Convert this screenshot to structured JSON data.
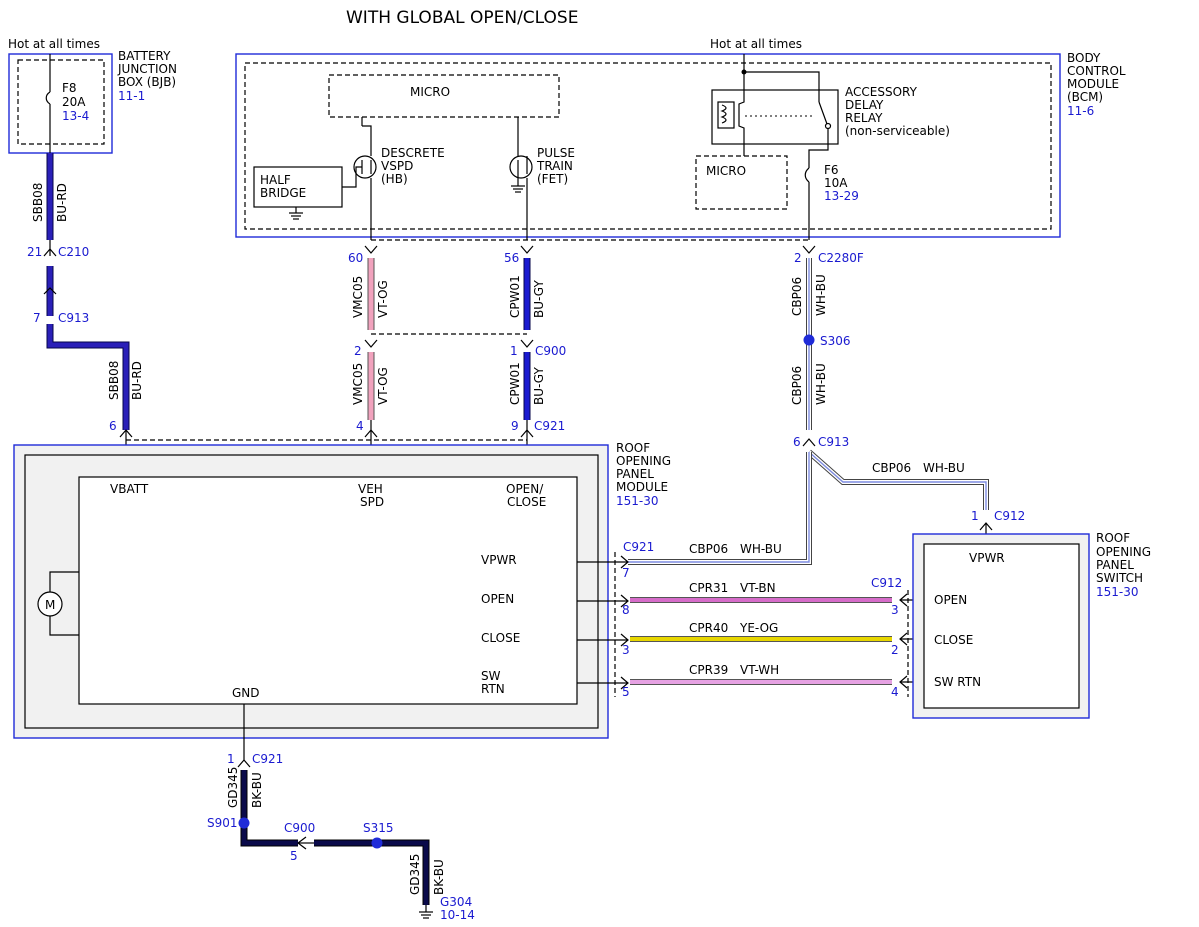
{
  "title": "WITH GLOBAL OPEN/CLOSE",
  "colors": {
    "bu_rd": "#2a1fb8",
    "bu_rd_dark": "#06064a",
    "vt_og": "#f1a2bd",
    "bu_gy": "#1a1ad0",
    "wh_bu": "#7d8be0",
    "vt_bn": "#d66cc9",
    "ye_og": "#e7d600",
    "vt_wh": "#e6a2e3",
    "bk_bu": "#0a0a4a",
    "splice": "#1f2bd8",
    "box": "#1f2bd8"
  },
  "bjb": {
    "hot_label": "Hot at all times",
    "name": [
      "BATTERY",
      "JUNCTION",
      "BOX (BJB)"
    ],
    "ref": "11-1",
    "fuse": "F8",
    "amps": "20A",
    "fuse_ref": "13-4"
  },
  "bcm": {
    "hot_label": "Hot at all times",
    "name": [
      "BODY",
      "CONTROL",
      "MODULE",
      "(BCM)"
    ],
    "ref": "11-6",
    "micro_top": "MICRO",
    "micro_bottom": "MICRO",
    "half_bridge": [
      "HALF",
      "BRIDGE"
    ],
    "descrete": [
      "DESCRETE",
      "VSPD",
      "(HB)"
    ],
    "pulse": [
      "PULSE",
      "TRAIN",
      "(FET)"
    ],
    "relay": [
      "ACCESSORY",
      "DELAY",
      "RELAY",
      "(non-serviceable)"
    ],
    "fuse": "F6",
    "amps": "10A",
    "fuse_ref": "13-29"
  },
  "rop": {
    "name": [
      "ROOF",
      "OPENING",
      "PANEL",
      "MODULE"
    ],
    "ref": "151-30",
    "vbatt": "VBATT",
    "veh_spd": [
      "VEH",
      "SPD"
    ],
    "open_close": [
      "OPEN/",
      "CLOSE"
    ],
    "vpwr": "VPWR",
    "open": "OPEN",
    "close": "CLOSE",
    "sw_rtn": [
      "SW",
      "RTN"
    ],
    "gnd": "GND",
    "motor": "M"
  },
  "rops": {
    "name": [
      "ROOF",
      "OPENING",
      "PANEL",
      "SWITCH"
    ],
    "ref": "151-30",
    "vpwr": "VPWR",
    "open": "OPEN",
    "close": "CLOSE",
    "sw_rtn": "SW RTN"
  },
  "wires": {
    "sbb08": "SBB08",
    "bu_rd": "BU-RD",
    "vmc05": "VMC05",
    "vt_og": "VT-OG",
    "cpw01": "CPW01",
    "bu_gy": "BU-GY",
    "cbp06": "CBP06",
    "wh_bu": "WH-BU",
    "cpr31": "CPR31",
    "vt_bn": "VT-BN",
    "cpr40": "CPR40",
    "ye_og": "YE-OG",
    "cpr39": "CPR39",
    "vt_wh": "VT-WH",
    "gd345": "GD345",
    "bk_bu": "BK-BU"
  },
  "connectors": {
    "c210": "C210",
    "c210_pin": "21",
    "c913_a": "C913",
    "c913_a_pin": "7",
    "c2280f": "C2280F",
    "c2280f_pin": "2",
    "pin60": "60",
    "pin56": "56",
    "c900": "C900",
    "c900_pin2": "2",
    "c900_pin1": "1",
    "c921": "C921",
    "c921_pin6": "6",
    "c921_pin4": "4",
    "c921_pin9": "9",
    "s306": "S306",
    "c913_b": "C913",
    "c913_b_pin": "6",
    "c912": "C912",
    "c912_pin1": "1",
    "c921_b": "C921",
    "c921_pin7": "7",
    "c921_pin8": "8",
    "c921_pin3": "3",
    "c921_pin5": "5",
    "c912_b": "C912",
    "c912_pin3": "3",
    "c912_pin2": "2",
    "c912_pin4": "4",
    "c921_c": "C921",
    "c921_pin1": "1",
    "s901": "S901",
    "c900_b": "C900",
    "c900_pin5": "5",
    "s315": "S315",
    "g304": "G304",
    "g304_ref": "10-14"
  }
}
